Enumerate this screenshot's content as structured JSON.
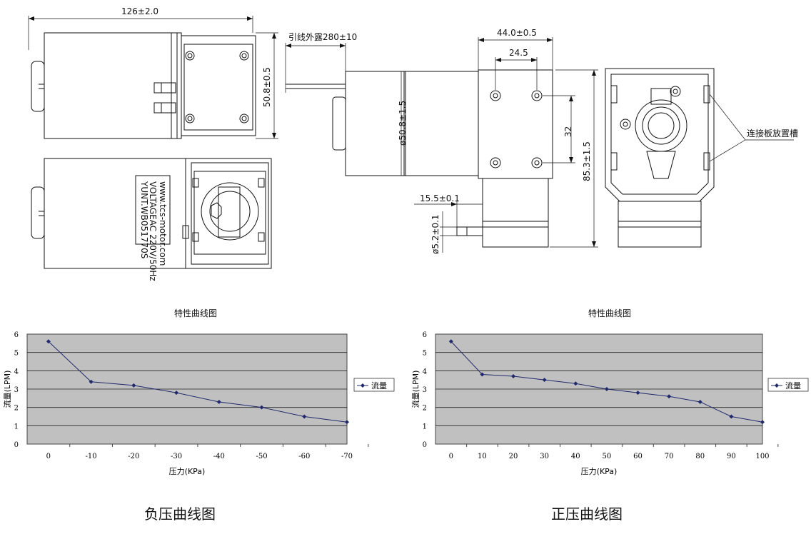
{
  "dimensions": {
    "length": "126±2.0",
    "height_side": "50.8±0.5",
    "lead_length": "引线外露280±10",
    "width_top": "44.0±0.5",
    "hole_spacing_h": "24.5",
    "diameter_body": "ø50.8±1.5",
    "hole_spacing_v": "32",
    "total_height": "85.3±1.5",
    "nozzle_offset": "15.5±0.1",
    "nozzle_diameter": "ø5.2±0.1",
    "connector_slot": "连接板放置槽"
  },
  "nameplate": {
    "model": "YUNT.WB051770S",
    "voltage": "VOLTAGEAC 220V/50Hz",
    "website": "www.tcs-motor.com"
  },
  "chart_data": [
    {
      "type": "line",
      "title": "特性曲线图",
      "xlabel": "压力(KPa)",
      "ylabel": "流量(LPM)",
      "categories": [
        "0",
        "-10",
        "-20",
        "-30",
        "-40",
        "-50",
        "-60",
        "-70"
      ],
      "series": [
        {
          "name": "流量",
          "values": [
            5.6,
            3.4,
            3.2,
            2.8,
            2.3,
            2.0,
            1.5,
            1.2
          ]
        }
      ],
      "ylim": [
        0,
        6
      ],
      "yticks": [
        "0",
        "1",
        "2",
        "3",
        "4",
        "5",
        "6"
      ],
      "grid": true,
      "legend": "right",
      "caption": "负压曲线图"
    },
    {
      "type": "line",
      "title": "特性曲线图",
      "xlabel": "压力(KPa)",
      "ylabel": "流量(LPM)",
      "categories": [
        "0",
        "10",
        "20",
        "30",
        "40",
        "50",
        "60",
        "70",
        "80",
        "90",
        "100"
      ],
      "series": [
        {
          "name": "流量",
          "values": [
            5.6,
            3.8,
            3.7,
            3.5,
            3.3,
            3.0,
            2.8,
            2.6,
            2.3,
            1.5,
            1.2
          ]
        }
      ],
      "ylim": [
        0,
        6
      ],
      "yticks": [
        "0",
        "1",
        "2",
        "3",
        "4",
        "5",
        "6"
      ],
      "grid": true,
      "legend": "right",
      "caption": "正压曲线图"
    }
  ],
  "colors": {
    "plot_bg": "#c0c0c0",
    "series": "#1f2a6e",
    "grid": "#222222"
  }
}
